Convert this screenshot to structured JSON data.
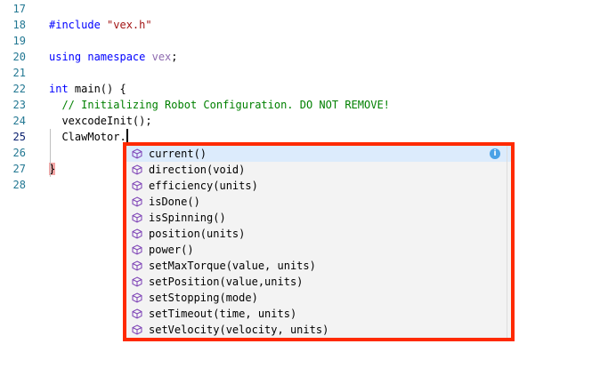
{
  "editor": {
    "lines": [
      {
        "n": "17"
      },
      {
        "n": "18",
        "parts": [
          {
            "t": "#include ",
            "c": "kw"
          },
          {
            "t": "\"vex.h\"",
            "c": "str"
          }
        ]
      },
      {
        "n": "19"
      },
      {
        "n": "20",
        "parts": [
          {
            "t": "using namespace ",
            "c": "kw"
          },
          {
            "t": "vex",
            "c": "ns"
          },
          {
            "t": ";",
            "c": ""
          }
        ]
      },
      {
        "n": "21"
      },
      {
        "n": "22",
        "parts": [
          {
            "t": "int",
            "c": "kw"
          },
          {
            "t": " main() {",
            "c": ""
          }
        ]
      },
      {
        "n": "23",
        "parts": [
          {
            "t": "  // Initializing Robot Configuration. DO NOT REMOVE!",
            "c": "cm"
          }
        ]
      },
      {
        "n": "24",
        "parts": [
          {
            "t": "  vexcodeInit();",
            "c": ""
          }
        ]
      },
      {
        "n": "25",
        "parts": [
          {
            "t": "  ClawMotor.",
            "c": ""
          }
        ],
        "cursor": true
      },
      {
        "n": "26"
      },
      {
        "n": "27",
        "parts": [
          {
            "t": "}",
            "c": "brace"
          }
        ]
      },
      {
        "n": "28"
      }
    ]
  },
  "autocomplete": {
    "icon": "method-cube-icon",
    "items": [
      "current()",
      "direction(void)",
      "efficiency(units)",
      "isDone()",
      "isSpinning()",
      "position(units)",
      "power()",
      "setMaxTorque(value, units)",
      "setPosition(value,units)",
      "setStopping(mode)",
      "setTimeout(time, units)",
      "setVelocity(velocity, units)"
    ],
    "selected_index": 0,
    "info_icon": "i",
    "highlight_color": "#ff2a00"
  }
}
